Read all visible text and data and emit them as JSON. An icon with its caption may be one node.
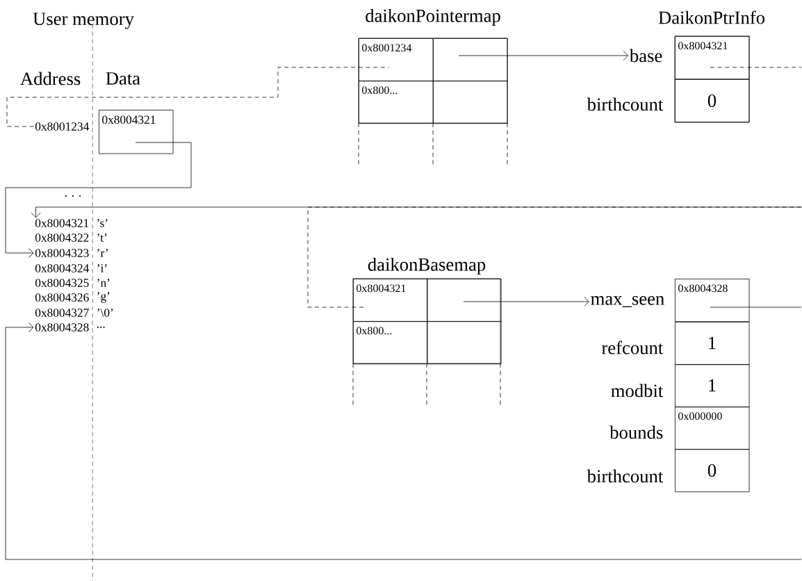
{
  "diagram": {
    "nodes": [
      {
        "text": [
          "0x8001234"
        ]
      },
      {
        "text": [
          "0x8004321"
        ]
      },
      {
        "text": [
          "0x8004321"
        ]
      },
      {
        "text": [
          "0x8004322"
        ]
      },
      {
        "text": [
          "0x8004323"
        ]
      },
      {
        "text": [
          "0x8004324"
        ]
      },
      {
        "text": [
          "0x8004325"
        ]
      },
      {
        "text": [
          "0x8004326"
        ]
      },
      {
        "text": [
          "0x8004327"
        ]
      },
      {
        "text": [
          "0x8004328"
        ]
      },
      {
        "text": [
          "daikonPointermap"
        ]
      },
      {
        "text": [
          "0x8001234"
        ],
        "in": 10
      },
      {
        "text": [],
        "shape": "box",
        "in": 10
      },
      {
        "text": [
          "0x800..."
        ],
        "in": 10
      },
      {
        "text": [],
        "shape": "box",
        "in": 10
      },
      {
        "text": [
          "DaikonPtrInfo"
        ]
      },
      {
        "text": [
          "base"
        ]
      },
      {
        "text": [
          "0x8004321"
        ],
        "in": 15
      },
      {
        "text": [
          "0"
        ],
        "in": 15
      },
      {
        "text": [
          "daikonBasemap"
        ]
      },
      {
        "text": [
          "0x8004321"
        ],
        "in": 19
      },
      {
        "text": [],
        "shape": "box",
        "in": 19
      },
      {
        "text": [
          "0x800..."
        ],
        "in": 19
      },
      {
        "text": [],
        "shape": "box",
        "in": 19
      },
      {
        "text": [
          "max_seen"
        ]
      },
      {
        "text": [
          "0x8004328"
        ]
      },
      {
        "text": [
          "1"
        ]
      },
      {
        "text": [
          "1"
        ]
      },
      {
        "text": [
          "0x000000"
        ]
      },
      {
        "text": [
          "0"
        ]
      }
    ],
    "edges": [
      {
        "from": 0,
        "to": 11,
        "arrow": "none",
        "style": "dashed"
      },
      {
        "from": 1,
        "to": 4,
        "arrow": "to"
      },
      {
        "from": null,
        "to": 2,
        "arrow": "to"
      },
      {
        "from": 17,
        "to": null,
        "arrow": "none",
        "style": "dashed"
      },
      {
        "from": null,
        "to": 20,
        "arrow": "none",
        "style": "dashed"
      },
      {
        "from": 12,
        "to": 16,
        "arrow": "to"
      },
      {
        "from": 21,
        "to": 24,
        "arrow": "to"
      },
      {
        "from": 25,
        "to": null,
        "arrow": "none"
      },
      {
        "from": null,
        "to": 9,
        "arrow": "to"
      }
    ],
    "labels": [
      "User memory",
      "Address",
      "Data",
      "birthcount",
      ". . .",
      "’s’",
      "’t’",
      "’r’",
      "’i’",
      "’n’",
      "’g’",
      "’\\0’",
      "...",
      "refcount",
      "modbit",
      "bounds",
      "birthcount"
    ]
  }
}
